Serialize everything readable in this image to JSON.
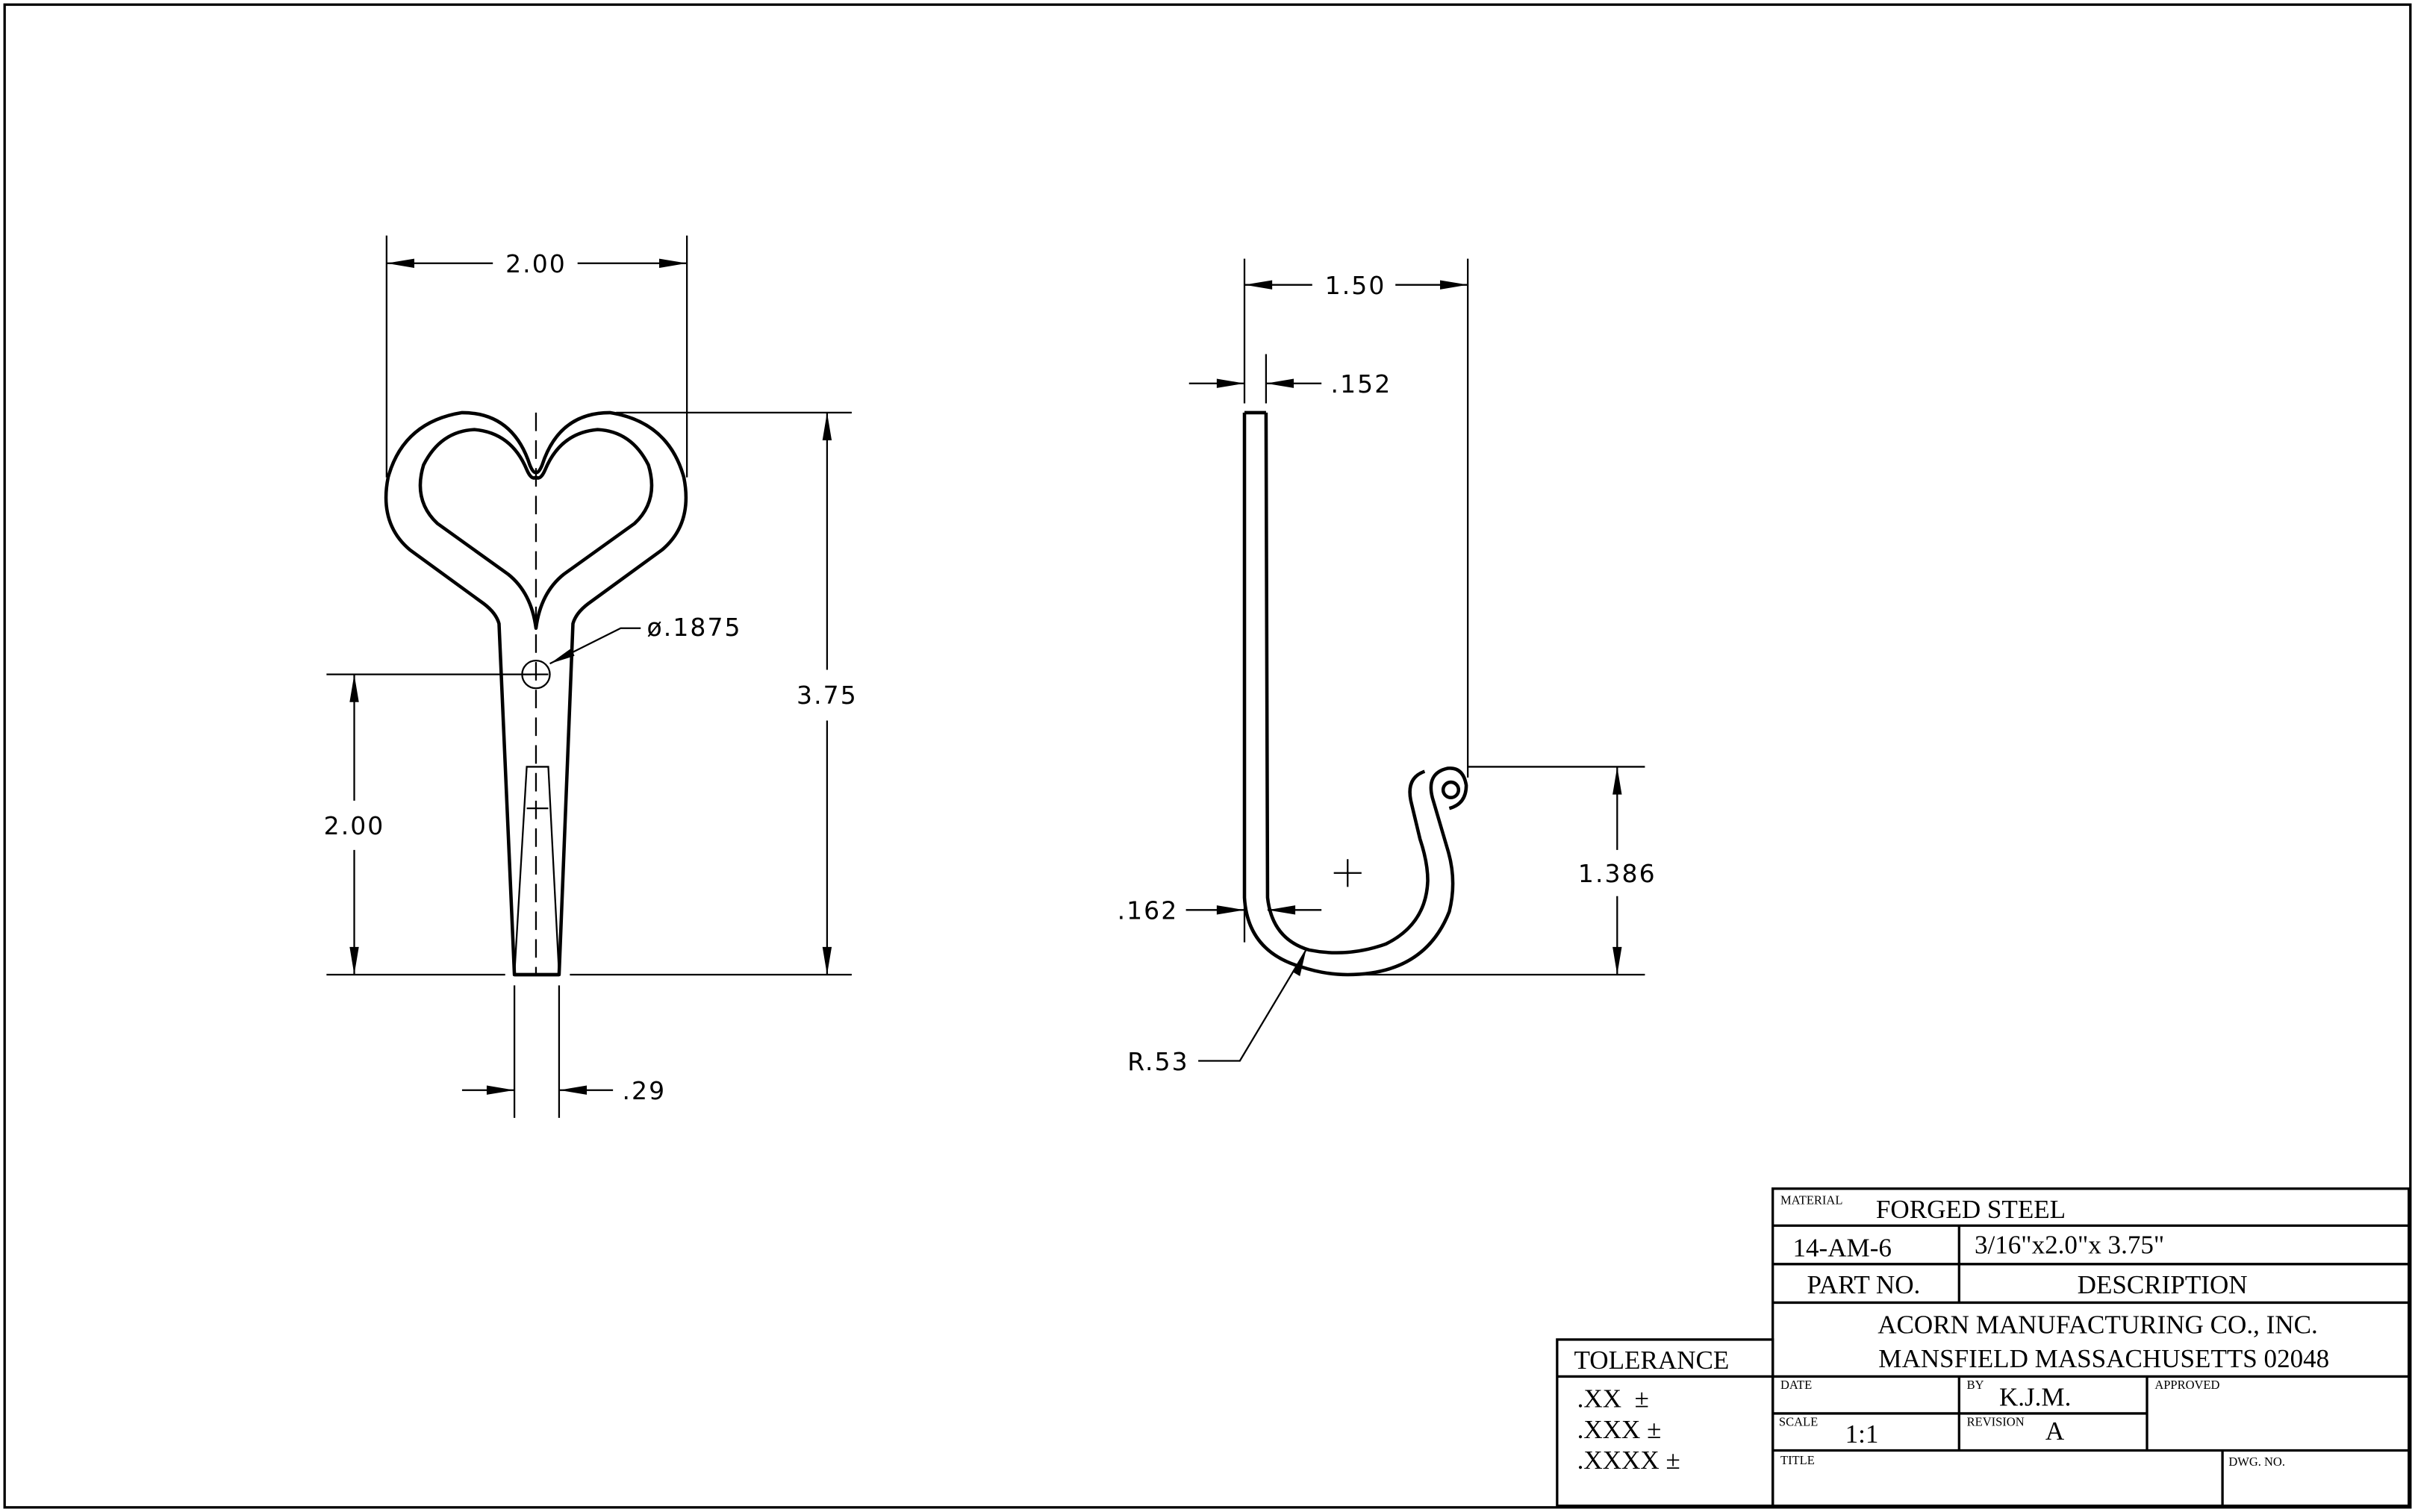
{
  "front_view": {
    "dim_width": "2.00",
    "dim_height": "3.75",
    "dim_hole_height": "2.00",
    "dim_hole_diameter": "ø.1875",
    "dim_tip_width": ".29"
  },
  "side_view": {
    "dim_reach": "1.50",
    "dim_top_thickness": ".152",
    "dim_bottom_thickness": ".162",
    "dim_hook_height": "1.386",
    "dim_radius": "R.53"
  },
  "title_block": {
    "material_label": "MATERIAL",
    "material": "FORGED STEEL",
    "part_no": "14-AM-6",
    "description": "3/16\"x2.0\"x 3.75\"",
    "part_no_label": "PART NO.",
    "description_label": "DESCRIPTION",
    "company_line1": "ACORN MANUFACTURING CO., INC.",
    "company_line2": "MANSFIELD MASSACHUSETTS 02048",
    "date_label": "DATE",
    "by_label": "BY",
    "by": "K.J.M.",
    "approved_label": "APPROVED",
    "scale_label": "SCALE",
    "scale": "1:1",
    "revision_label": "REVISION",
    "revision": "A",
    "title_label": "TITLE",
    "dwg_no_label": "DWG. NO."
  },
  "tolerance": {
    "header": "TOLERANCE",
    "rows": [
      ".XX  ±",
      ".XXX ±",
      ".XXXX ±"
    ]
  }
}
